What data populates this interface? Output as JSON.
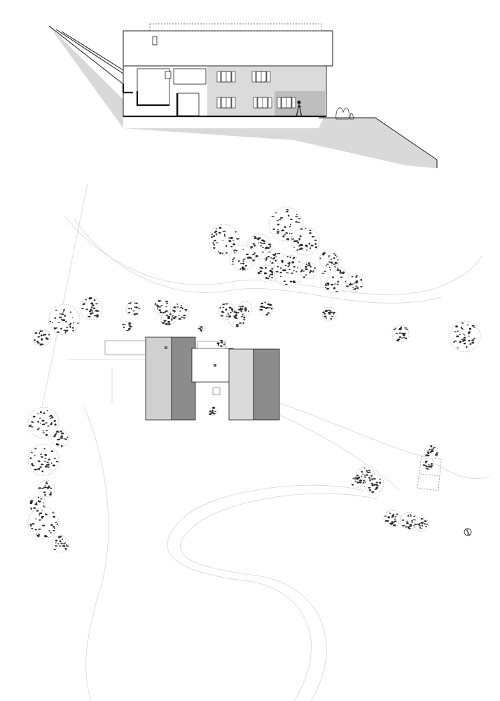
{
  "colors": {
    "ground": "#d9d9d9",
    "roof_light": "#d0d0d0",
    "roof_dark": "#8c8c8c",
    "line": "#1a1a1a",
    "faint_line": "#d6d6d6",
    "foliage": "#2b2b2b"
  },
  "icons": {
    "north_arrow": "north-arrow-icon",
    "tree": "tree-icon",
    "person": "person-icon"
  },
  "elevation": {
    "house_windows": 6
  },
  "site_plan": {
    "roof_volumes": 5,
    "tree_count": 45
  }
}
